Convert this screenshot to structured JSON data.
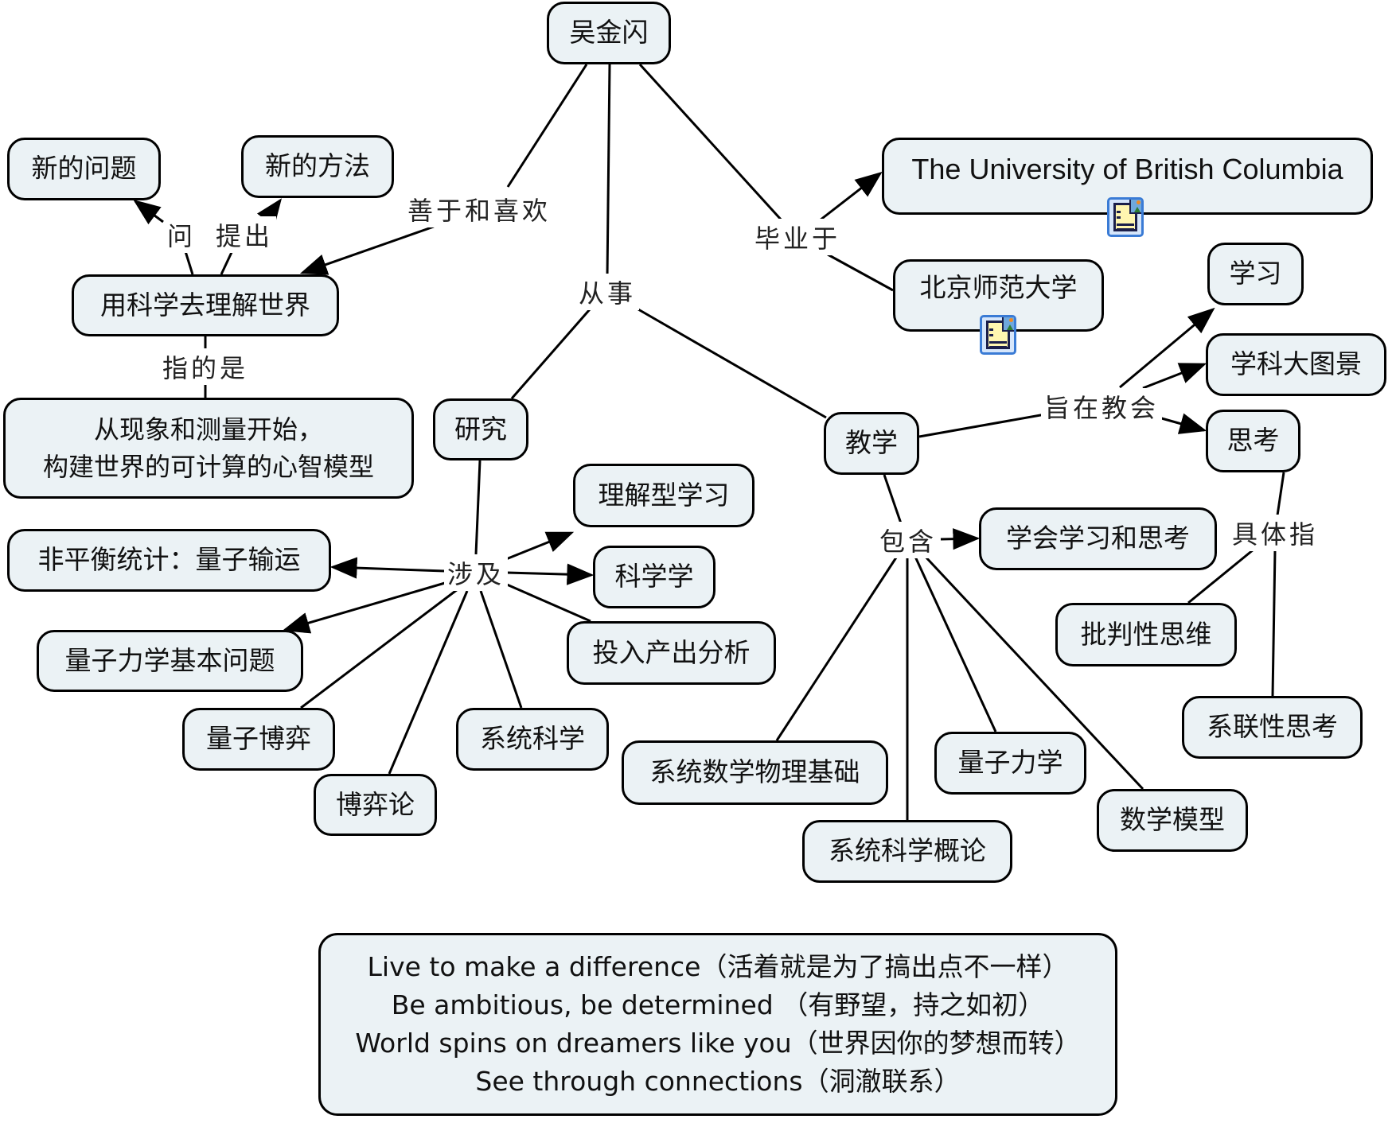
{
  "colors": {
    "node_fill": "#ebf2f5",
    "node_border": "#000000",
    "line": "#000000",
    "resource_icon": "#3a7bd5"
  },
  "nodes": {
    "root": "吴金闪",
    "new_questions": "新的问题",
    "new_methods": "新的方法",
    "understand_world": "用科学去理解世界",
    "mental_model": [
      "从现象和测量开始，",
      "构建世界的可计算的心智模型"
    ],
    "research": "研究",
    "ubc": "The University of British Columbia",
    "bnu": "北京师范大学",
    "learning": "学习",
    "big_picture": "学科大图景",
    "thinking": "思考",
    "teaching": "教学",
    "comprehension_learning": "理解型学习",
    "science_of_science": "科学学",
    "input_output": "投入产出分析",
    "nonequilibrium": "非平衡统计：量子输运",
    "quantum_foundations": "量子力学基本问题",
    "quantum_games": "量子博弈",
    "game_theory": "博弈论",
    "systems_science": "系统科学",
    "learn_to_learn": "学会学习和思考",
    "critical_thinking": "批判性思维",
    "connective_thinking": "系联性思考",
    "math_physics": "系统数学物理基础",
    "quantum_mechanics": "量子力学",
    "intro_systems": "系统科学概论",
    "math_models": "数学模型"
  },
  "link_labels": {
    "good_at": "善于和喜欢",
    "ask": "问",
    "propose": "提出",
    "refers_to": "指的是",
    "engaged_in": "从事",
    "graduated": "毕业于",
    "aims_to_teach": "旨在教会",
    "includes": "包含",
    "specifically": "具体指",
    "involves": "涉及"
  },
  "resource_icons": [
    "document-image-icon",
    "document-image-icon"
  ],
  "quote": [
    "Live to make a difference（活着就是为了搞出点不一样）",
    "Be ambitious, be determined （有野望，持之如初）",
    "World spins on dreamers like you（世界因你的梦想而转）",
    "See through connections（洞澈联系）"
  ]
}
